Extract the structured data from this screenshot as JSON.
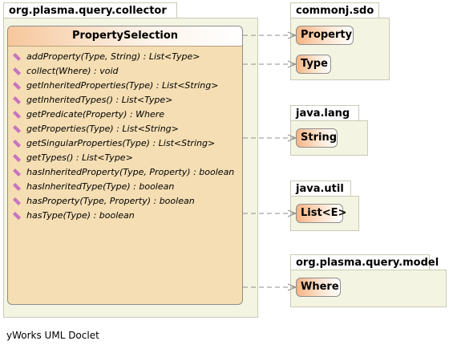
{
  "packages": {
    "collector": {
      "name": "org.plasma.query.collector"
    },
    "sdo": {
      "name": "commonj.sdo"
    },
    "lang": {
      "name": "java.lang"
    },
    "util": {
      "name": "java.util"
    },
    "model": {
      "name": "org.plasma.query.model"
    }
  },
  "main_class": {
    "name": "PropertySelection",
    "methods": [
      "addProperty(Type, String) : List<Type>",
      "collect(Where) : void",
      "getInheritedProperties(Type) : List<String>",
      "getInheritedTypes() : List<Type>",
      "getPredicate(Property) : Where",
      "getProperties(Type) : List<String>",
      "getSingularProperties(Type) : List<String>",
      "getTypes() : List<Type>",
      "hasInheritedProperty(Type, Property) : boolean",
      "hasInheritedType(Type) : boolean",
      "hasProperty(Type, Property) : boolean",
      "hasType(Type) : boolean"
    ]
  },
  "dependencies": {
    "property": "Property",
    "type": "Type",
    "string": "String",
    "list": "List<E>",
    "where": "Where"
  },
  "colors": {
    "method_icon": "#c774c0",
    "arrow": "#8e8e8e",
    "package_body": "#f4f4e2"
  },
  "footer": "yWorks UML Doclet"
}
